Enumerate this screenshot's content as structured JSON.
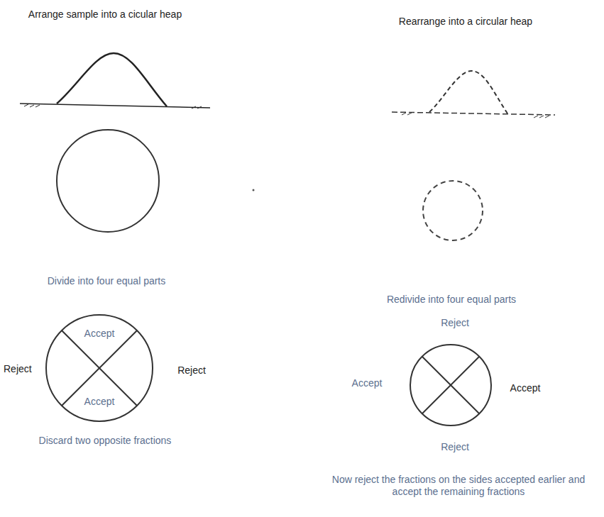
{
  "diagram": {
    "nodes": [
      {
        "text": [
          "Accept",
          "Accept"
        ]
      }
    ],
    "labels": [
      "Arrange sample into a cicular heap",
      "Rearrange into a circular heap",
      "Divide into four equal parts",
      "Redivide into four equal parts",
      "Reject",
      "Reject",
      "Reject",
      "Accept",
      "Accept",
      "Reject",
      "Discard two opposite fractions",
      "Now reject the fractions on the sides accepted earlier and accept the remaining fractions"
    ]
  }
}
